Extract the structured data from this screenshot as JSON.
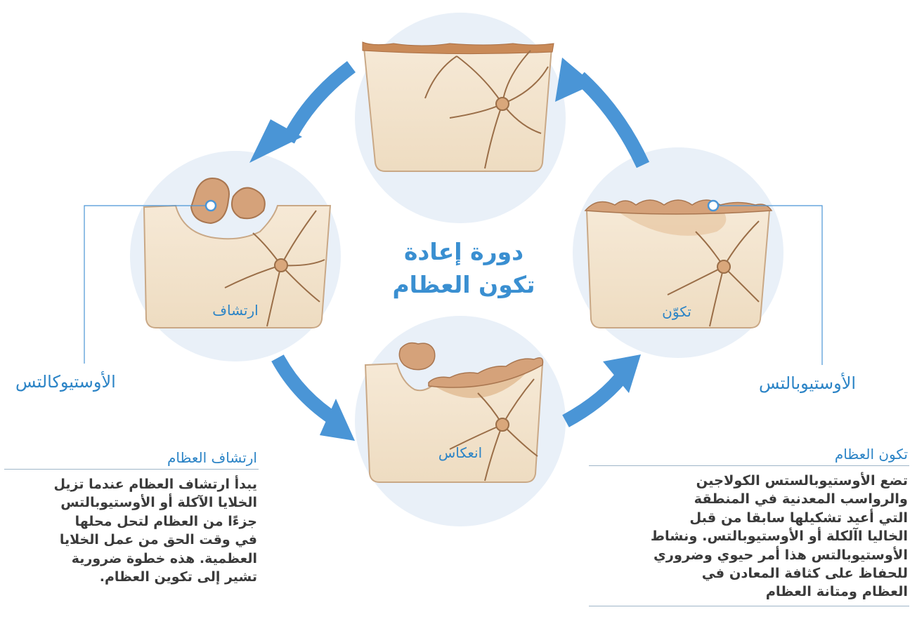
{
  "diagram": {
    "title_line1": "دورة إعادة",
    "title_line2": "تكون العظام",
    "stages": {
      "resorption": "ارتشاف",
      "reversal": "انعكاس",
      "formation": "تكوّن"
    },
    "cells": {
      "osteoclasts": "الأوستيوكالتس",
      "osteoblasts": "الأوستيوبالتس"
    }
  },
  "panels": {
    "resorption": {
      "title": "ارتشاف العظام",
      "lines": [
        "يبدأ ارتشاف العظام عندما تزيل",
        "الخلايا الآكلة أو الأوستيوبالتس",
        "جزءًا من العظام لتحل محلها",
        "في وقت الحق من عمل الخلايا",
        "العظمية. هذه خطوة ضرورية",
        "تشير إلى تكوين العظام."
      ]
    },
    "formation": {
      "title": "تكون العظام",
      "lines": [
        "تضع الأوستيوبالستس الكولاجين",
        "والرواسب المعدنية في المنطقة",
        "التي أعيد تشكيلها سابقا من قبل",
        "الخاليا اآلكلة أو الأوستيوبالتس. ونشاط",
        "الأوستيوبالتس هذا أمر حيوي وضروري",
        "للحفاظ على كثافة المعادن في",
        "العظام ومتانة العظام"
      ]
    }
  },
  "colors": {
    "accent": "#3a8fd1",
    "arrow": "#4a95d6",
    "circle": "#e9f0f8",
    "bone": "#f3e4cf",
    "bone_edge": "#c9a886",
    "vessel": "#9a6e48",
    "cell": "#d9a77b"
  }
}
